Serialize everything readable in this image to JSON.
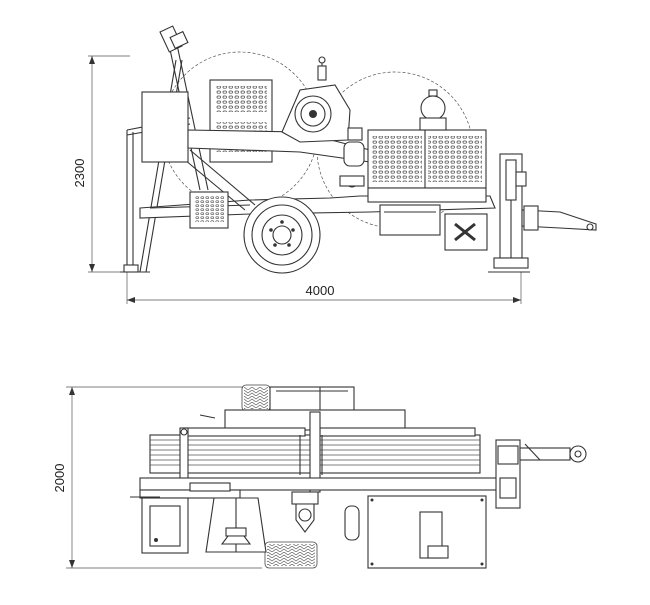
{
  "side_view": {
    "height_label": "2300",
    "length_label": "4000"
  },
  "top_view": {
    "width_label": "2000"
  }
}
